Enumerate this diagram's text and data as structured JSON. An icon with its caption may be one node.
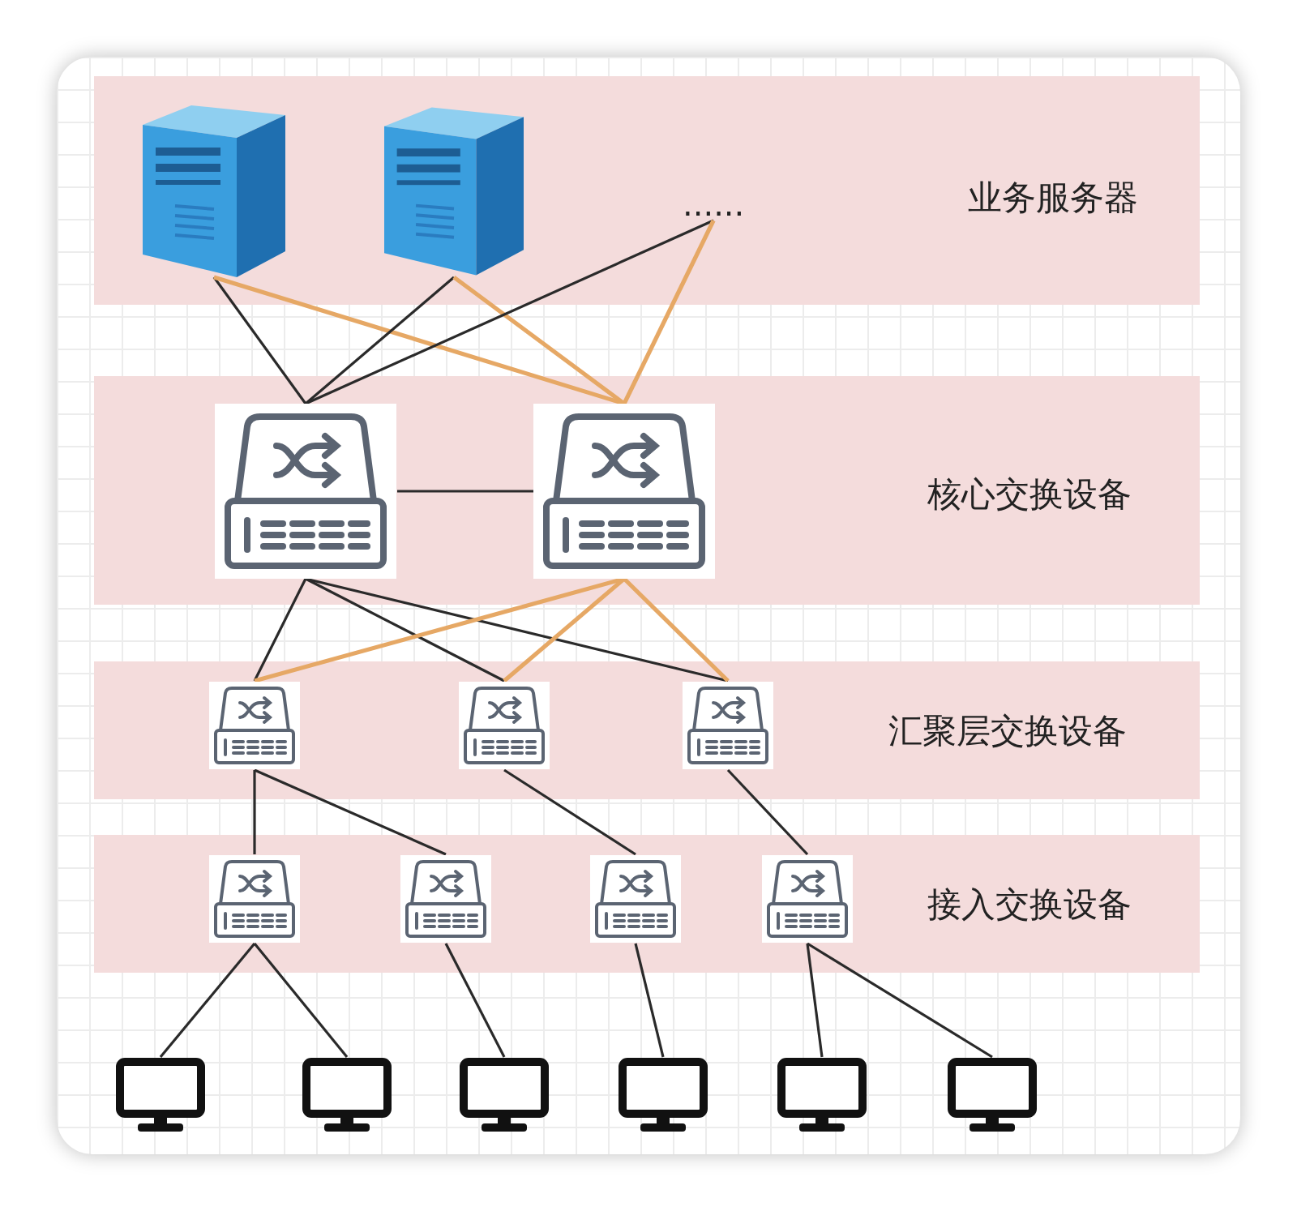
{
  "diagram": {
    "nodes": [
      {
        "text": [
          "业务服务器"
        ]
      },
      {
        "text": [],
        "shape": "picture",
        "in": 0
      },
      {
        "text": [],
        "shape": "picture",
        "in": 0
      },
      {
        "text": [
          "......"
        ],
        "in": 0
      },
      {
        "text": [
          "核心交换设备"
        ]
      },
      {
        "text": [],
        "shape": "picture",
        "in": 4
      },
      {
        "text": [],
        "shape": "picture",
        "in": 4
      },
      {
        "text": [
          "汇聚层交换设备"
        ]
      },
      {
        "text": [],
        "shape": "picture",
        "in": 7
      },
      {
        "text": [],
        "shape": "picture",
        "in": 7
      },
      {
        "text": [],
        "shape": "picture",
        "in": 7
      },
      {
        "text": [
          "接入交换设备"
        ]
      },
      {
        "text": [],
        "shape": "picture",
        "in": 11
      },
      {
        "text": [],
        "shape": "picture",
        "in": 11
      },
      {
        "text": [],
        "shape": "picture",
        "in": 11
      },
      {
        "text": [],
        "shape": "picture",
        "in": 11
      },
      {
        "text": [],
        "shape": "monitor"
      },
      {
        "text": [],
        "shape": "monitor"
      },
      {
        "text": [],
        "shape": "monitor"
      },
      {
        "text": [],
        "shape": "monitor"
      },
      {
        "text": [],
        "shape": "monitor"
      },
      {
        "text": [],
        "shape": "monitor"
      }
    ],
    "edges": [
      {
        "from": 1,
        "to": 5,
        "arrow": "none"
      },
      {
        "from": 1,
        "to": 6,
        "arrow": "none",
        "color": "#e6a865"
      },
      {
        "from": 2,
        "to": 5,
        "arrow": "none"
      },
      {
        "from": 2,
        "to": 6,
        "arrow": "none",
        "color": "#e6a865"
      },
      {
        "from": 3,
        "to": 5,
        "arrow": "none"
      },
      {
        "from": 3,
        "to": 6,
        "arrow": "none",
        "color": "#e6a865"
      },
      {
        "from": 5,
        "to": 6,
        "arrow": "none"
      },
      {
        "from": 5,
        "to": 8,
        "arrow": "none"
      },
      {
        "from": 5,
        "to": 9,
        "arrow": "none"
      },
      {
        "from": 5,
        "to": 10,
        "arrow": "none"
      },
      {
        "from": 6,
        "to": 8,
        "arrow": "none",
        "color": "#e6a865"
      },
      {
        "from": 6,
        "to": 9,
        "arrow": "none",
        "color": "#e6a865"
      },
      {
        "from": 6,
        "to": 10,
        "arrow": "none",
        "color": "#e6a865"
      },
      {
        "from": 8,
        "to": 12,
        "arrow": "none"
      },
      {
        "from": 8,
        "to": 13,
        "arrow": "none"
      },
      {
        "from": 9,
        "to": 14,
        "arrow": "none"
      },
      {
        "from": 10,
        "to": 15,
        "arrow": "none"
      },
      {
        "from": 12,
        "to": 16,
        "arrow": "none"
      },
      {
        "from": 12,
        "to": 17,
        "arrow": "none"
      },
      {
        "from": 13,
        "to": 18,
        "arrow": "none"
      },
      {
        "from": 14,
        "to": 19,
        "arrow": "none"
      },
      {
        "from": 15,
        "to": 20,
        "arrow": "none"
      },
      {
        "from": 15,
        "to": 21,
        "arrow": "none"
      }
    ]
  }
}
